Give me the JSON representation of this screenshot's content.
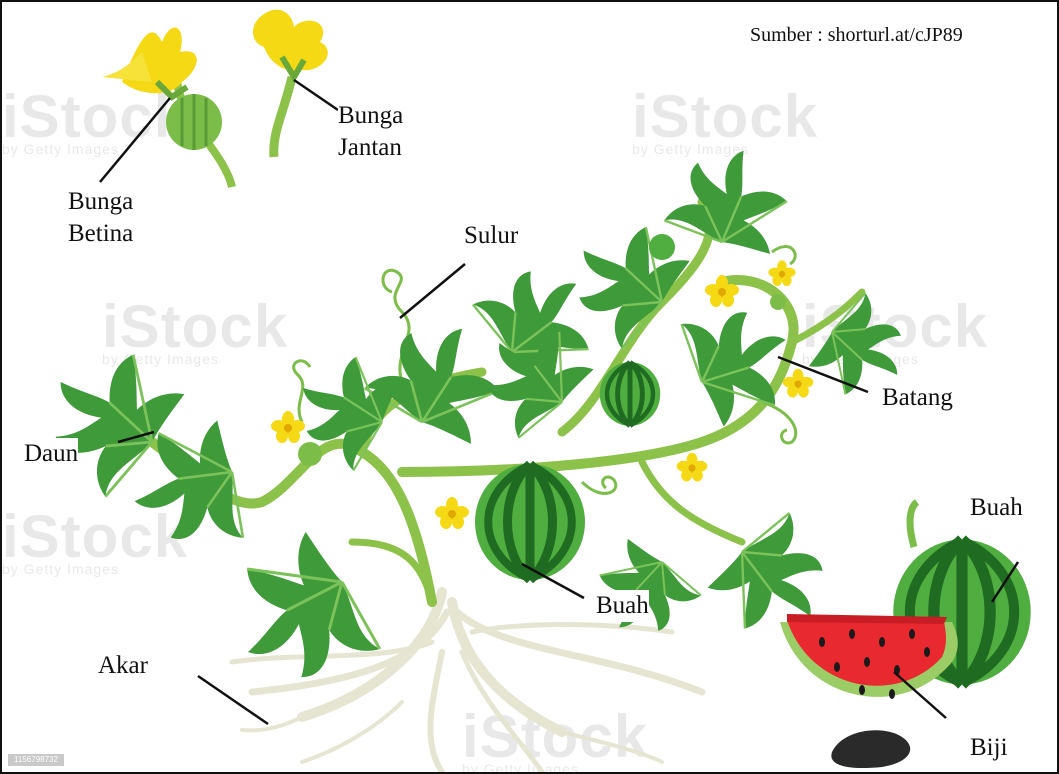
{
  "source_text": "Sumber : shorturl.at/cJP89",
  "watermark": {
    "brand": "iStock",
    "tagline": "by Getty Images",
    "image_id": "1156798732"
  },
  "labels": {
    "bunga_betina": [
      "Bunga",
      "Betina"
    ],
    "bunga_jantan": [
      "Bunga",
      "Jantan"
    ],
    "sulur": "Sulur",
    "batang": "Batang",
    "daun": "Daun",
    "buah_plant": "Buah",
    "buah_whole": "Buah",
    "akar": "Akar",
    "biji": "Biji"
  },
  "colors": {
    "leaf": "#3f9a3a",
    "leaf_dark": "#2e7d2c",
    "stem": "#8cc24a",
    "flower": "#f5d915",
    "melon_dark": "#1f6b22",
    "melon_light": "#4fae3f",
    "flesh": "#e8292f",
    "rind": "#9ccc65",
    "root": "#e6e5d2"
  }
}
